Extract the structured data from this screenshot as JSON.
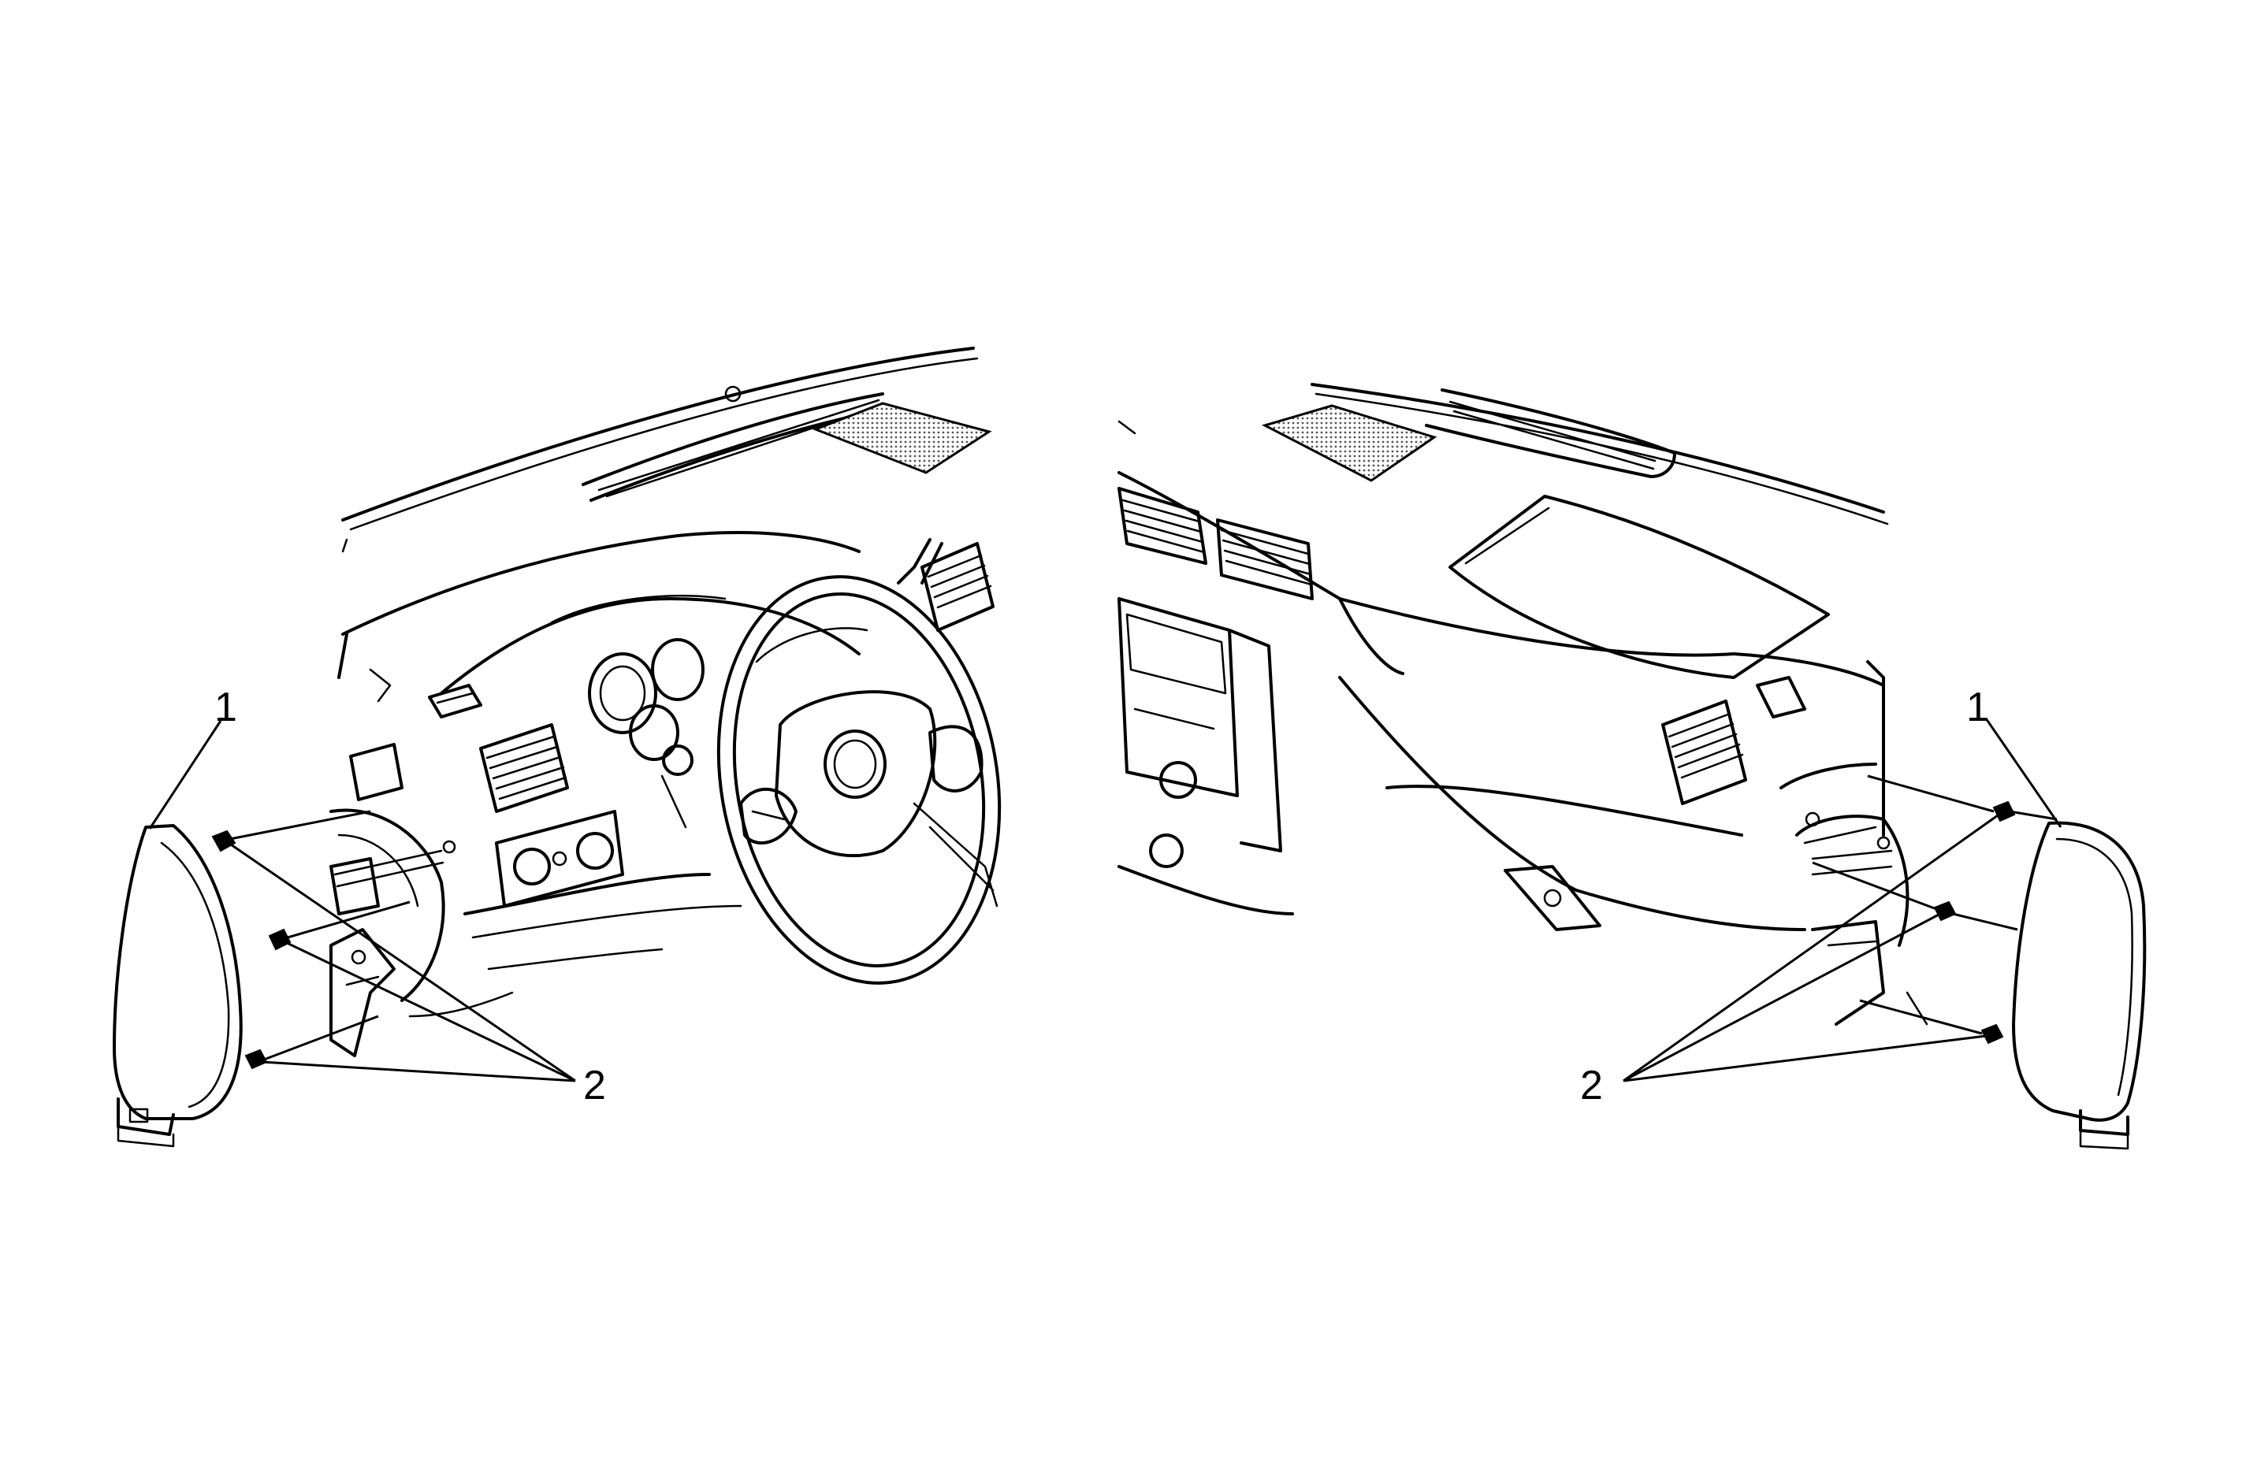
{
  "callouts": {
    "left_1": "1",
    "left_2": "2",
    "right_1": "1",
    "right_2": "2"
  },
  "colors": {
    "line": "#000000",
    "background": "#ffffff",
    "speaker_grille": "#b0b0b0"
  }
}
